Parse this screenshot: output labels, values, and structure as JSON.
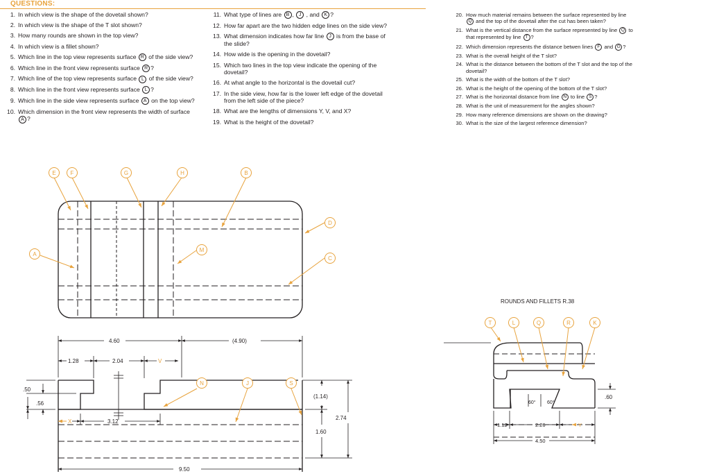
{
  "header": {
    "title": "QUESTIONS:"
  },
  "questions": {
    "col1": [
      {
        "n": "1.",
        "t": "In which view is the shape of the dovetail shown?"
      },
      {
        "n": "2.",
        "t": "In which view is the shape of the T slot shown?"
      },
      {
        "n": "3.",
        "t": "How many rounds are shown in the top view?"
      },
      {
        "n": "4.",
        "t": "In which view is a fillet shown?"
      },
      {
        "n": "5.",
        "t": "Which line in the top view represents surface",
        "c": "R",
        "t2": "of the side view?"
      },
      {
        "n": "6.",
        "t": "Which line in the front view represents surface",
        "c": "R",
        "t2": "?"
      },
      {
        "n": "7.",
        "t": "Which line of the top view represents surface",
        "c": "L",
        "t2": "of the side view?"
      },
      {
        "n": "8.",
        "t": "Which line in the front view represents surface",
        "c": "L",
        "t2": "?"
      },
      {
        "n": "9.",
        "t": "Which line in the side view represents surface",
        "c": "A",
        "t2": "on the top view?"
      },
      {
        "n": "10.",
        "t": "Which dimension in the front view represents the width of surface",
        "c": "A",
        "t2": "?"
      }
    ],
    "col2": [
      {
        "n": "11.",
        "t": "What type of lines are",
        "c": "B",
        "t2": ",",
        "c2": "J",
        "t3": ", and",
        "c3": "K",
        "t4": "?"
      },
      {
        "n": "12.",
        "t": "How far apart are the two hidden edge lines on the side view?"
      },
      {
        "n": "13.",
        "t": "What dimension indicates how far line",
        "c": "J",
        "t2": "is from the base of the slide?"
      },
      {
        "n": "14.",
        "t": "How wide is the opening in the dovetail?"
      },
      {
        "n": "15.",
        "t": "Which two lines in the top view indicate the opening of the dovetail?"
      },
      {
        "n": "16.",
        "t": "At what angle to the horizontal is the dovetail cut?"
      },
      {
        "n": "17.",
        "t": "In the side view, how far is the lower left edge of the dovetail from the left side of the piece?"
      },
      {
        "n": "18.",
        "t": "What are the lengths of dimensions Y, V, and X?"
      },
      {
        "n": "19.",
        "t": "What is the height of the dovetail?"
      }
    ],
    "col3": [
      {
        "n": "20.",
        "t": "How much material remains between the surface represented by line",
        "c": "Q",
        "t2": "and the top of the dovetail after the cut has been taken?"
      },
      {
        "n": "21.",
        "t": "What is the vertical distance from the surface represented by line",
        "c": "Q",
        "t2": "to that represented by line",
        "c2": "T",
        "t3": "?"
      },
      {
        "n": "22.",
        "t": "Which dimension represents the distance betwen lines",
        "c": "F",
        "t2": "and",
        "c2": "G",
        "t3": "?"
      },
      {
        "n": "23.",
        "t": "What is the overall height of the T slot?"
      },
      {
        "n": "24.",
        "t": "What is the distance between the bottom of the T slot and the top of the dovetail?"
      },
      {
        "n": "25.",
        "t": "What is the width of the bottom of the T slot?"
      },
      {
        "n": "26.",
        "t": "What is the height of the opening of the bottom of the T slot?"
      },
      {
        "n": "27.",
        "t": "What is the horizontal distance from line",
        "c": "N",
        "t2": "to line",
        "c2": "S",
        "t3": "?"
      },
      {
        "n": "28.",
        "t": "What is the unit of measurement for the angles shown?"
      },
      {
        "n": "29.",
        "t": "How many reference dimensions are shown on the drawing?"
      },
      {
        "n": "30.",
        "t": "What is the size of the largest reference dimension?"
      }
    ]
  },
  "drawing": {
    "callouts_top": [
      "E",
      "F",
      "G",
      "H",
      "B",
      "D",
      "M",
      "C",
      "A"
    ],
    "callouts_front": [
      "N",
      "J",
      "S"
    ],
    "callouts_side": [
      "T",
      "L",
      "Q",
      "R",
      "K"
    ],
    "dims": {
      "d460": "4.60",
      "d490": "(4.90)",
      "d128": "1.28",
      "d204": "2.04",
      "dV": "V",
      "d050": ".50",
      "d056": ".56",
      "dX": "X",
      "d312": "3.12",
      "d114": "(1.14)",
      "d274": "2.74",
      "d160": "1.60",
      "d950": "9.50",
      "note": "ROUNDS AND FILLETS R.38",
      "d060": ".60",
      "a1": "60°",
      "a2": "60°",
      "d112": "1.12",
      "d226": "2.26",
      "dY": "Y",
      "d450": "4.50"
    }
  },
  "colors": {
    "accent": "#e8a33d",
    "ink": "#231f20"
  }
}
